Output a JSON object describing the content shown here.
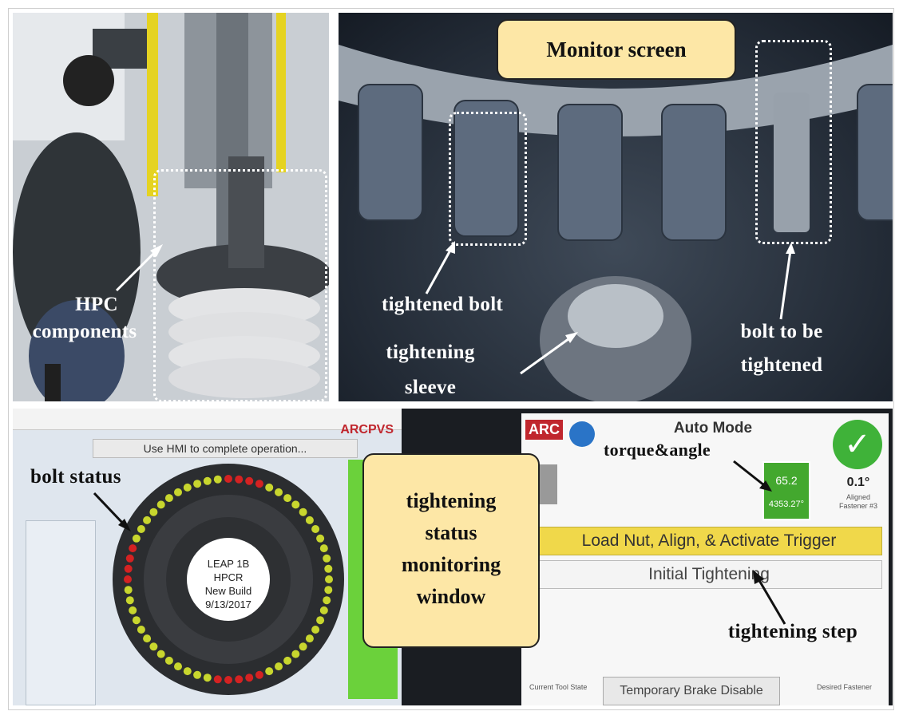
{
  "labels": {
    "hpc_line1": "HPC",
    "hpc_line2": "components",
    "monitor_screen": "Monitor screen",
    "tightened_bolt": "tightened bolt",
    "tightening_sleeve_line1": "tightening",
    "tightening_sleeve_line2": "sleeve",
    "bolt_to_be_line1": "bolt to be",
    "bolt_to_be_line2": "tightened",
    "bolt_status": "bolt status",
    "window_line1": "tightening",
    "window_line2": "status",
    "window_line3": "monitoring",
    "window_line4": "window",
    "torque_angle": "torque&angle",
    "tightening_step": "tightening step"
  },
  "pvs": {
    "logo": "ARCPVS",
    "instruction": "Use HMI to complete operation...",
    "hub_line1": "LEAP 1B",
    "hub_line2": "HPCR",
    "hub_line3": "New Build",
    "hub_line4": "9/13/2017"
  },
  "hmi": {
    "logo": "ARC",
    "mode": "Auto Mode",
    "torque_value": "65.2",
    "angle_value": "4353.27°",
    "aligned_value": "0.1°",
    "aligned_label1": "Aligned",
    "aligned_label2": "Fastener #3",
    "step_current": "Load Nut, Align, & Activate Trigger",
    "step_next": "Initial Tightening",
    "brake_button": "Temporary Brake Disable",
    "tool_state_label": "Current Tool State",
    "desired_label": "Desired Fastener"
  },
  "colors": {
    "callout_fill": "#fde7a6",
    "bolt_ok": "#c8d62e",
    "bolt_pending": "#d42222",
    "green_status": "#43a82e",
    "yellow_step": "#f0d84a"
  }
}
